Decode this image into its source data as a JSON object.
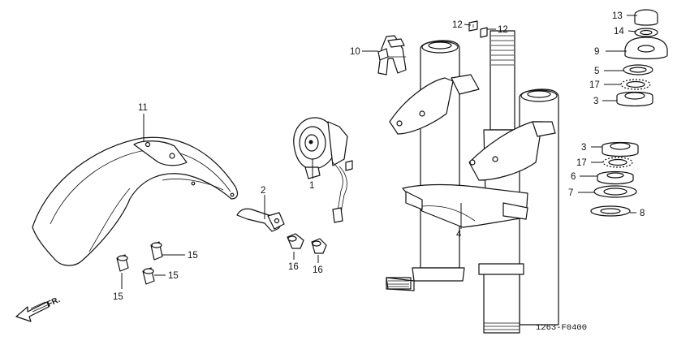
{
  "labels": {
    "p1": "1",
    "p2": "2",
    "p3a": "3",
    "p3b": "3",
    "p4": "4",
    "p5": "5",
    "p6": "6",
    "p7": "7",
    "p8": "8",
    "p9": "9",
    "p10": "10",
    "p11": "11",
    "p12a": "12",
    "p12b": "12",
    "p13": "13",
    "p14": "14",
    "p15a": "15",
    "p15b": "15",
    "p15c": "15",
    "p16a": "16",
    "p16b": "16",
    "p17a": "17",
    "p17b": "17"
  },
  "diagram_code": "1263-F0400",
  "front_indicator": "FR."
}
